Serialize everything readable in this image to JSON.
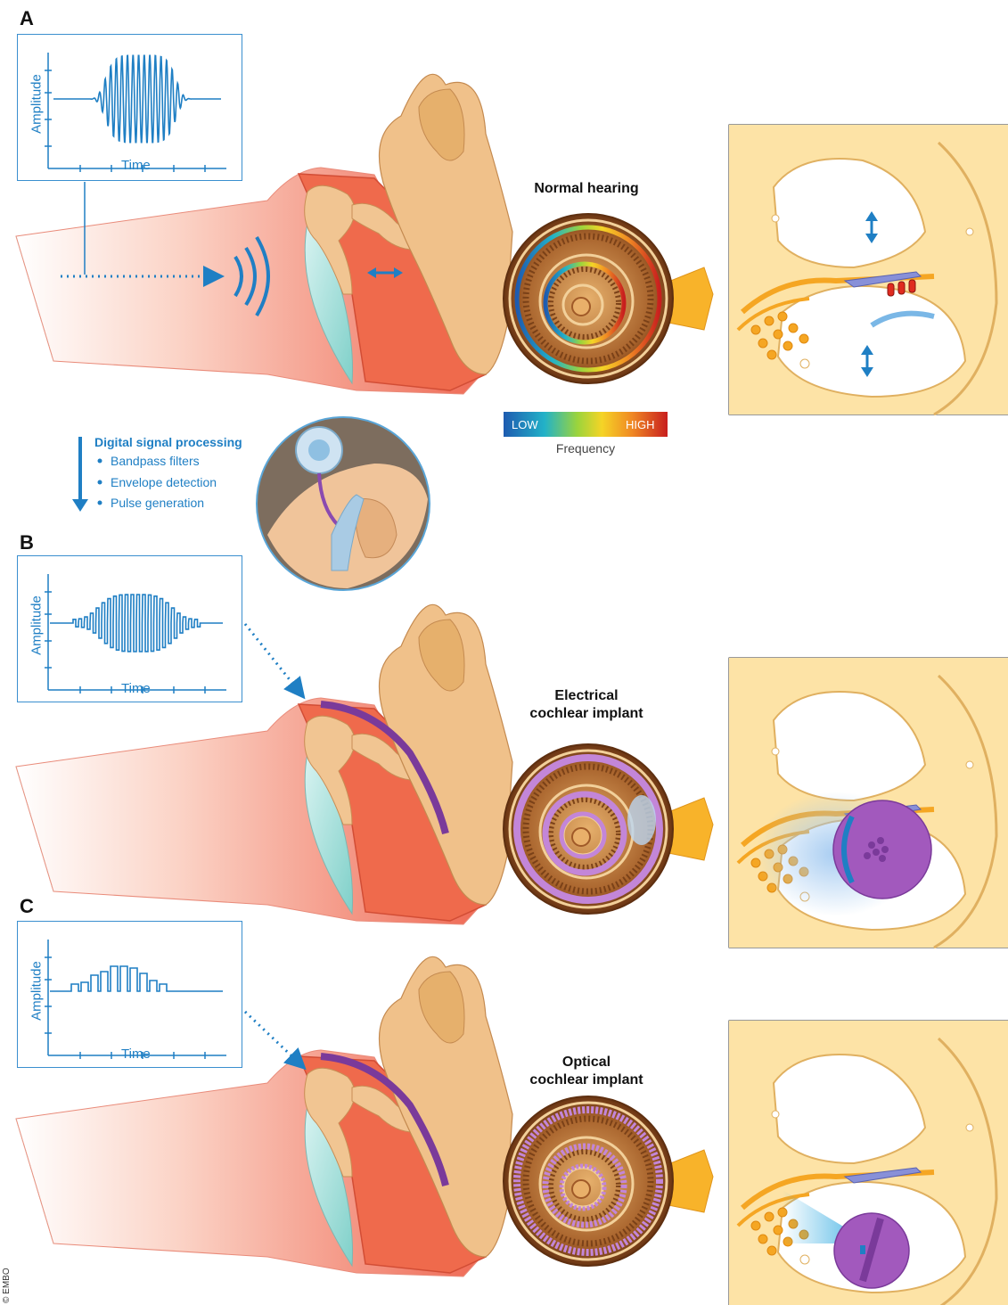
{
  "panels": {
    "a": {
      "letter": "A",
      "heading": "Normal hearing",
      "graph": {
        "ylabel": "Amplitude",
        "xlabel": "Time"
      }
    },
    "b": {
      "letter": "B",
      "heading_line1": "Electrical",
      "heading_line2": "cochlear implant",
      "graph": {
        "ylabel": "Amplitude",
        "xlabel": "Time"
      }
    },
    "c": {
      "letter": "C",
      "heading_line1": "Optical",
      "heading_line2": "cochlear implant",
      "graph": {
        "ylabel": "Amplitude",
        "xlabel": "Time"
      }
    }
  },
  "dsp": {
    "title": "Digital signal processing",
    "items": [
      "Bandpass filters",
      "Envelope detection",
      "Pulse generation"
    ]
  },
  "frequency_bar": {
    "low": "LOW",
    "high": "HIGH",
    "caption": "Frequency"
  },
  "credit": "© EMBO",
  "colors": {
    "accent_blue": "#1f7fc4",
    "skin": "#f4c896",
    "canal_red": "#e8503a",
    "bone": "#fde3a6",
    "implant_purple": "#9a4ab0"
  }
}
